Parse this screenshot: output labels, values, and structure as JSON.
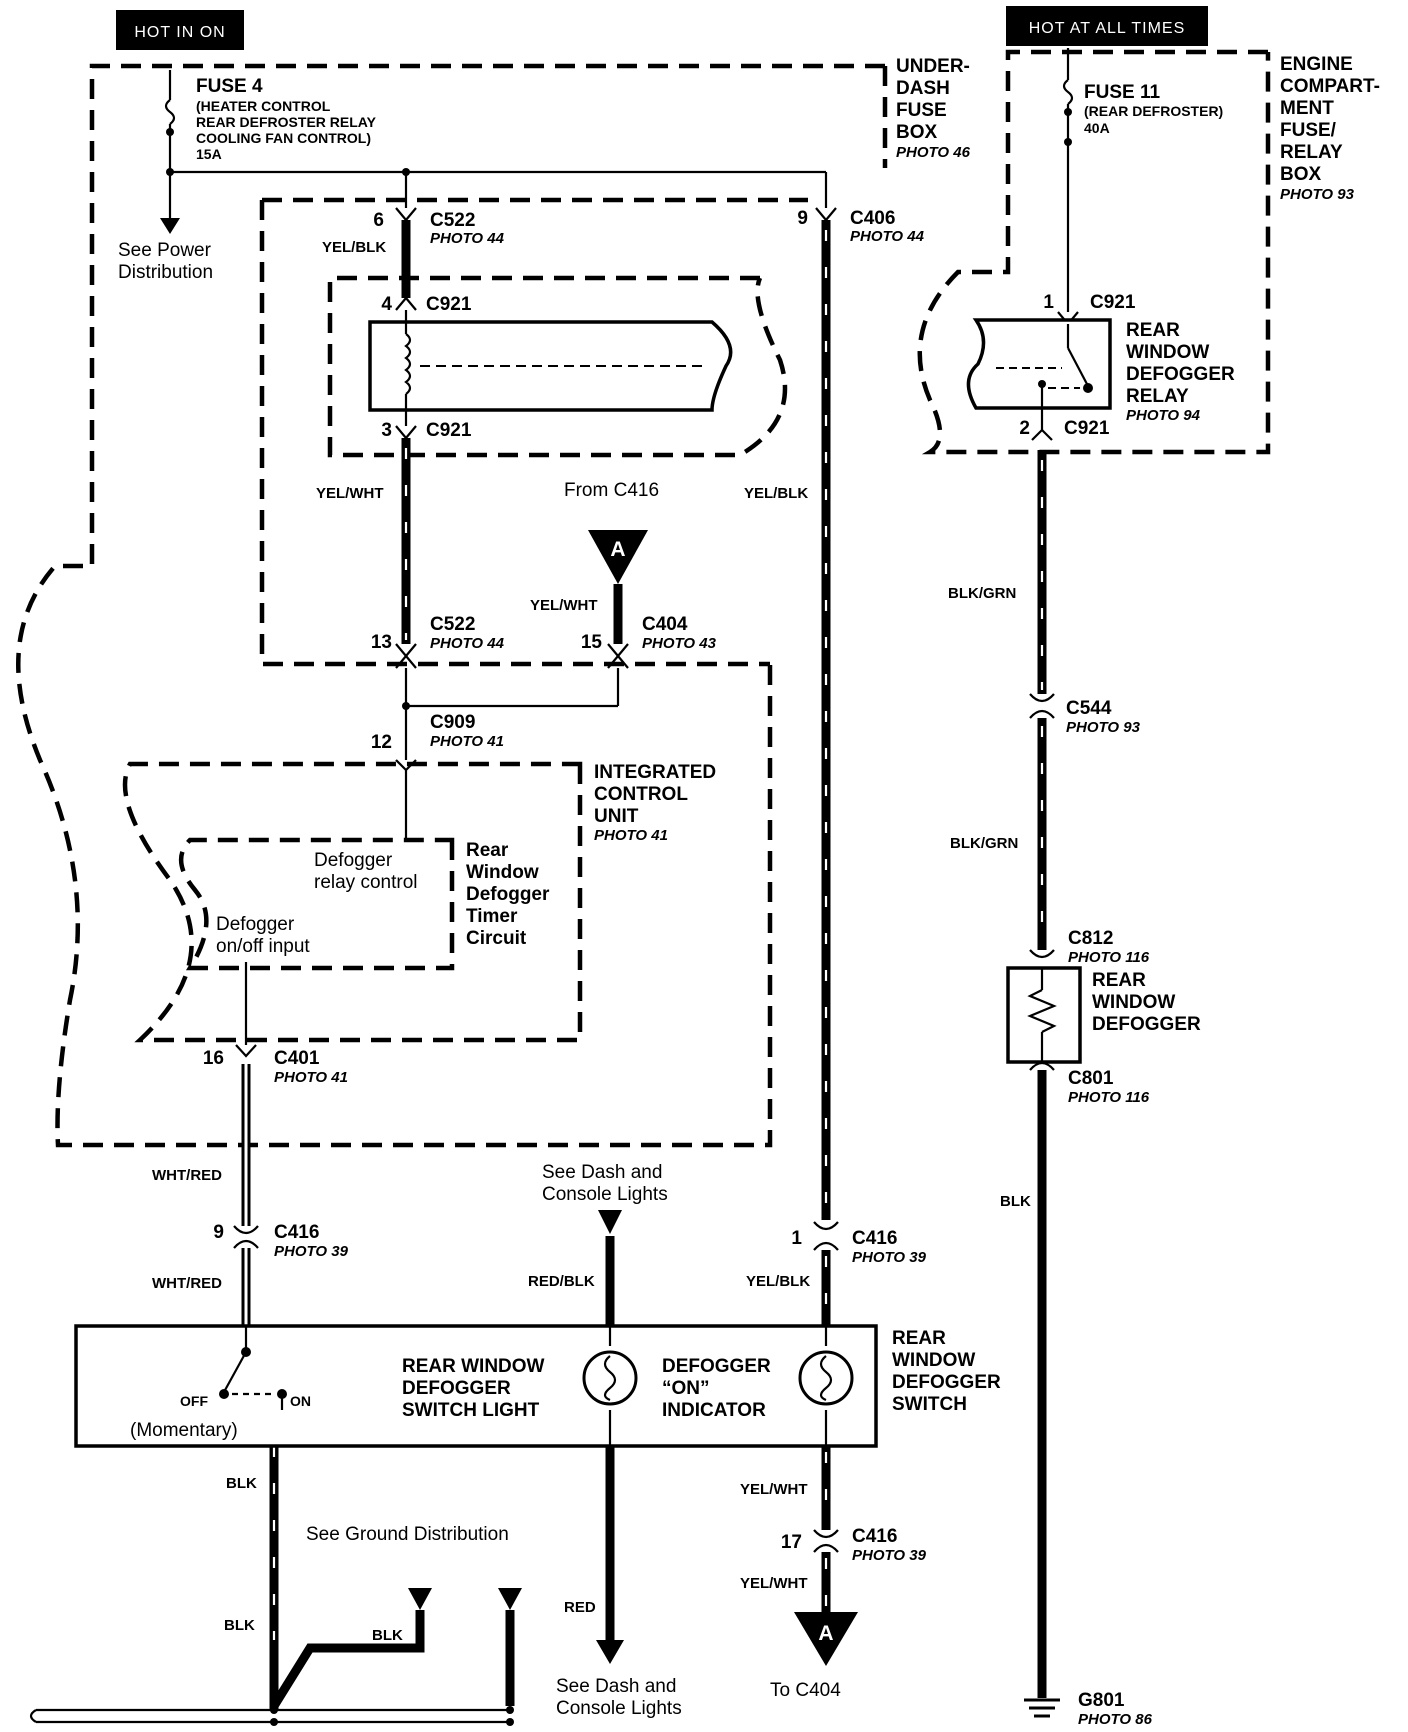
{
  "headers": {
    "hot_in_on": "HOT IN ON",
    "hot_at_all_times": "HOT AT ALL TIMES"
  },
  "fuse4": {
    "name": "FUSE 4",
    "desc1": "(HEATER CONTROL",
    "desc2": "REAR DEFROSTER RELAY",
    "desc3": "COOLING FAN CONTROL)",
    "rating": "15A"
  },
  "underdash": {
    "l1": "UNDER-",
    "l2": "DASH",
    "l3": "FUSE",
    "l4": "BOX",
    "photo": "PHOTO 46"
  },
  "see_power": {
    "l1": "See Power",
    "l2": "Distribution"
  },
  "fuse11": {
    "name": "FUSE 11",
    "desc": "(REAR DEFROSTER)",
    "rating": "40A"
  },
  "engine_box": {
    "l1": "ENGINE",
    "l2": "COMPART-",
    "l3": "MENT",
    "l4": "FUSE/",
    "l5": "RELAY",
    "l6": "BOX",
    "photo": "PHOTO 93"
  },
  "connectors": {
    "c522_top": {
      "pin": "6",
      "name": "C522",
      "photo": "PHOTO 44"
    },
    "c406": {
      "pin": "9",
      "name": "C406",
      "photo": "PHOTO 44"
    },
    "c921_4": {
      "pin": "4",
      "name": "C921"
    },
    "c921_3": {
      "pin": "3",
      "name": "C921"
    },
    "c921_1": {
      "pin": "1",
      "name": "C921"
    },
    "c921_2": {
      "pin": "2",
      "name": "C921"
    },
    "c522_bot": {
      "pin": "13",
      "name": "C522",
      "photo": "PHOTO 44"
    },
    "c404": {
      "pin": "15",
      "name": "C404",
      "photo": "PHOTO 43"
    },
    "c909": {
      "pin": "12",
      "name": "C909",
      "photo": "PHOTO 41"
    },
    "c401": {
      "pin": "16",
      "name": "C401",
      "photo": "PHOTO 41"
    },
    "c416_9": {
      "pin": "9",
      "name": "C416",
      "photo": "PHOTO 39"
    },
    "c416_1": {
      "pin": "1",
      "name": "C416",
      "photo": "PHOTO 39"
    },
    "c416_17": {
      "pin": "17",
      "name": "C416",
      "photo": "PHOTO 39"
    },
    "c544": {
      "name": "C544",
      "photo": "PHOTO 93"
    },
    "c812": {
      "name": "C812",
      "photo": "PHOTO 116"
    },
    "c801": {
      "name": "C801",
      "photo": "PHOTO 116"
    },
    "g801": {
      "name": "G801",
      "photo": "PHOTO 86"
    }
  },
  "wires": {
    "yel_blk_1": "YEL/BLK",
    "yel_wht_1": "YEL/WHT",
    "yel_blk_2": "YEL/BLK",
    "yel_wht_a": "YEL/WHT",
    "blk_grn_1": "BLK/GRN",
    "blk_grn_2": "BLK/GRN",
    "blk_1": "BLK",
    "wht_red_1": "WHT/RED",
    "wht_red_2": "WHT/RED",
    "red_blk": "RED/BLK",
    "yel_blk_3": "YEL/BLK",
    "blk_2": "BLK",
    "blk_3": "BLK",
    "blk_4": "BLK",
    "red": "RED",
    "yel_wht_2": "YEL/WHT",
    "yel_wht_3": "YEL/WHT"
  },
  "relay": {
    "l1": "REAR",
    "l2": "WINDOW",
    "l3": "DEFOGGER",
    "l4": "RELAY",
    "photo": "PHOTO 94"
  },
  "from_c416": "From C416",
  "ref_a": "A",
  "icu": {
    "l1": "INTEGRATED",
    "l2": "CONTROL",
    "l3": "UNIT",
    "photo": "PHOTO 41"
  },
  "timer": {
    "relay_ctrl_1": "Defogger",
    "relay_ctrl_2": "relay control",
    "onoff_1": "Defogger",
    "onoff_2": "on/off input",
    "l1": "Rear",
    "l2": "Window",
    "l3": "Defogger",
    "l4": "Timer",
    "l5": "Circuit"
  },
  "defogger": {
    "l1": "REAR",
    "l2": "WINDOW",
    "l3": "DEFOGGER"
  },
  "see_dash_top": {
    "l1": "See Dash and",
    "l2": "Console Lights"
  },
  "switch": {
    "off": "OFF",
    "on": "ON",
    "momentary": "(Momentary)",
    "light_1": "REAR WINDOW",
    "light_2": "DEFOGGER",
    "light_3": "SWITCH LIGHT",
    "ind_1": "DEFOGGER",
    "ind_2": "“ON”",
    "ind_3": "INDICATOR",
    "title_1": "REAR",
    "title_2": "WINDOW",
    "title_3": "DEFOGGER",
    "title_4": "SWITCH"
  },
  "see_ground": "See Ground Distribution",
  "see_dash_bottom": {
    "l1": "See Dash and",
    "l2": "Console Lights"
  },
  "to_c404": "To C404"
}
